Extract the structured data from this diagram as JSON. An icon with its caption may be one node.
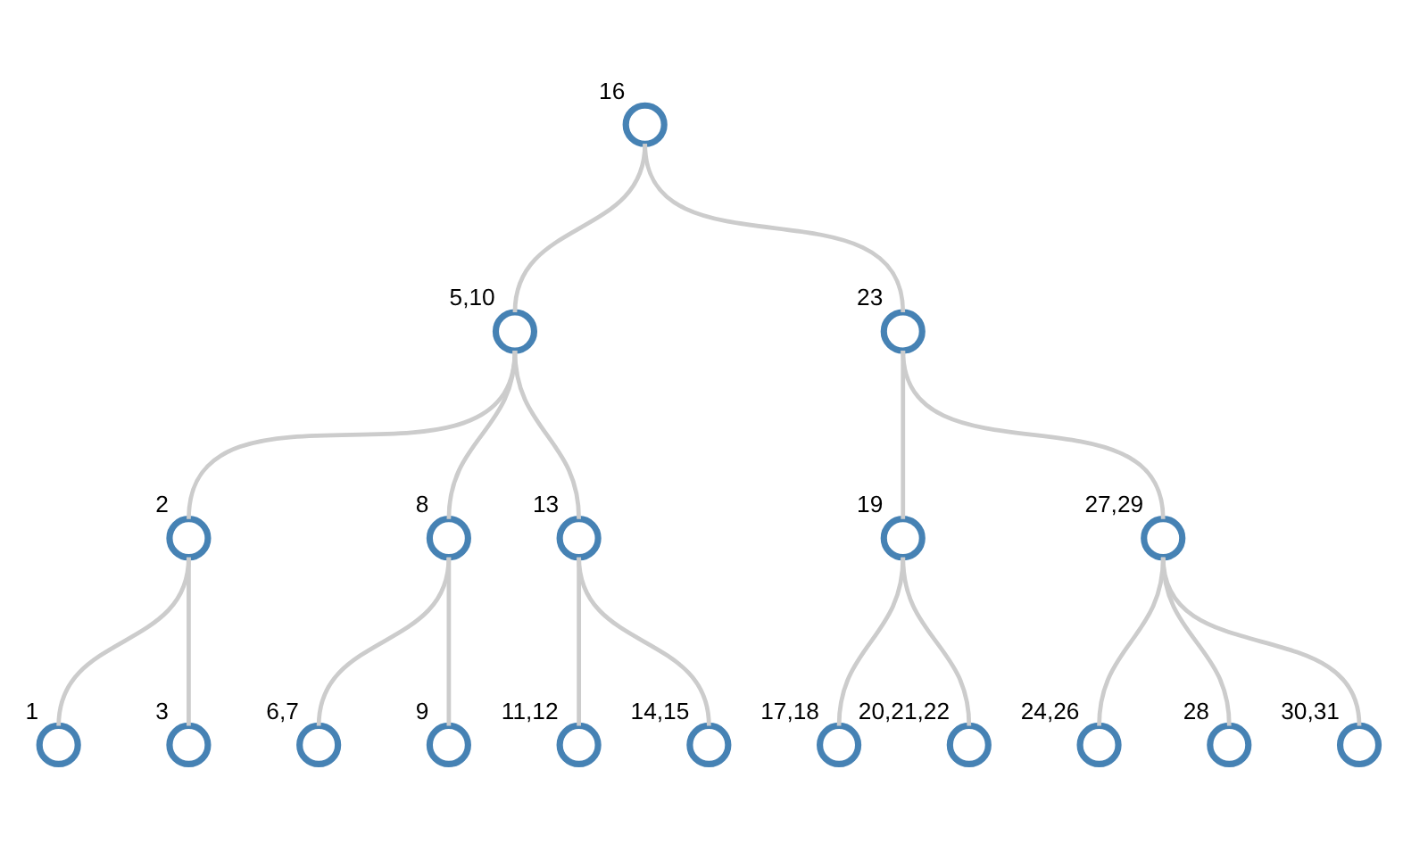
{
  "diagram": {
    "nodes": [
      {
        "text": [],
        "shape": "circle",
        "beside": [
          "16"
        ]
      },
      {
        "text": [],
        "shape": "circle",
        "beside": [
          "5,10"
        ]
      },
      {
        "text": [],
        "shape": "circle",
        "beside": [
          "23"
        ]
      },
      {
        "text": [],
        "shape": "circle",
        "beside": [
          "2"
        ]
      },
      {
        "text": [],
        "shape": "circle",
        "beside": [
          "8"
        ]
      },
      {
        "text": [],
        "shape": "circle",
        "beside": [
          "13"
        ]
      },
      {
        "text": [],
        "shape": "circle",
        "beside": [
          "19"
        ]
      },
      {
        "text": [],
        "shape": "circle",
        "beside": [
          "27,29"
        ]
      },
      {
        "text": [],
        "shape": "circle",
        "beside": [
          "1"
        ]
      },
      {
        "text": [],
        "shape": "circle",
        "beside": [
          "3"
        ]
      },
      {
        "text": [],
        "shape": "circle",
        "beside": [
          "6,7"
        ]
      },
      {
        "text": [],
        "shape": "circle",
        "beside": [
          "9"
        ]
      },
      {
        "text": [],
        "shape": "circle",
        "beside": [
          "11,12"
        ]
      },
      {
        "text": [],
        "shape": "circle",
        "beside": [
          "14,15"
        ]
      },
      {
        "text": [],
        "shape": "circle",
        "beside": [
          "17,18"
        ]
      },
      {
        "text": [],
        "shape": "circle",
        "beside": [
          "20,21,22"
        ]
      },
      {
        "text": [],
        "shape": "circle",
        "beside": [
          "24,26"
        ]
      },
      {
        "text": [],
        "shape": "circle",
        "beside": [
          "28"
        ]
      },
      {
        "text": [],
        "shape": "circle",
        "beside": [
          "30,31"
        ]
      }
    ],
    "edges": [
      {
        "from": 0,
        "to": 1,
        "arrow": "none"
      },
      {
        "from": 0,
        "to": 2,
        "arrow": "none"
      },
      {
        "from": 1,
        "to": 3,
        "arrow": "none"
      },
      {
        "from": 1,
        "to": 4,
        "arrow": "none"
      },
      {
        "from": 1,
        "to": 5,
        "arrow": "none"
      },
      {
        "from": 2,
        "to": 6,
        "arrow": "none"
      },
      {
        "from": 2,
        "to": 7,
        "arrow": "none"
      },
      {
        "from": 3,
        "to": 8,
        "arrow": "none"
      },
      {
        "from": 3,
        "to": 9,
        "arrow": "none"
      },
      {
        "from": 4,
        "to": 10,
        "arrow": "none"
      },
      {
        "from": 4,
        "to": 11,
        "arrow": "none"
      },
      {
        "from": 5,
        "to": 12,
        "arrow": "none"
      },
      {
        "from": 5,
        "to": 13,
        "arrow": "none"
      },
      {
        "from": 6,
        "to": 14,
        "arrow": "none"
      },
      {
        "from": 6,
        "to": 15,
        "arrow": "none"
      },
      {
        "from": 7,
        "to": 16,
        "arrow": "none"
      },
      {
        "from": 7,
        "to": 17,
        "arrow": "none"
      },
      {
        "from": 7,
        "to": 18,
        "arrow": "none"
      }
    ]
  }
}
